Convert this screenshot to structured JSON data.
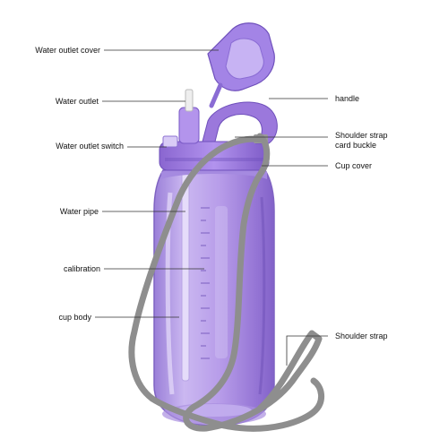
{
  "labels": {
    "water_outlet_cover": "Water outlet cover",
    "water_outlet": "Water outlet",
    "water_outlet_switch": "Water outlet switch",
    "water_pipe": "Water pipe",
    "calibration": "calibration",
    "cup_body": "cup body",
    "handle": "handle",
    "shoulder_strap_card_buckle_line1": "Shoulder strap",
    "shoulder_strap_card_buckle_line2": "card buckle",
    "cup_cover": "Cup cover",
    "shoulder_strap": "Shoulder strap"
  },
  "colors": {
    "bottle": "#b9a2e6",
    "bottle_dark": "#8e6cd3",
    "lid": "#a07de0",
    "strap": "#8a8a8a",
    "leader_line": "#333333"
  }
}
